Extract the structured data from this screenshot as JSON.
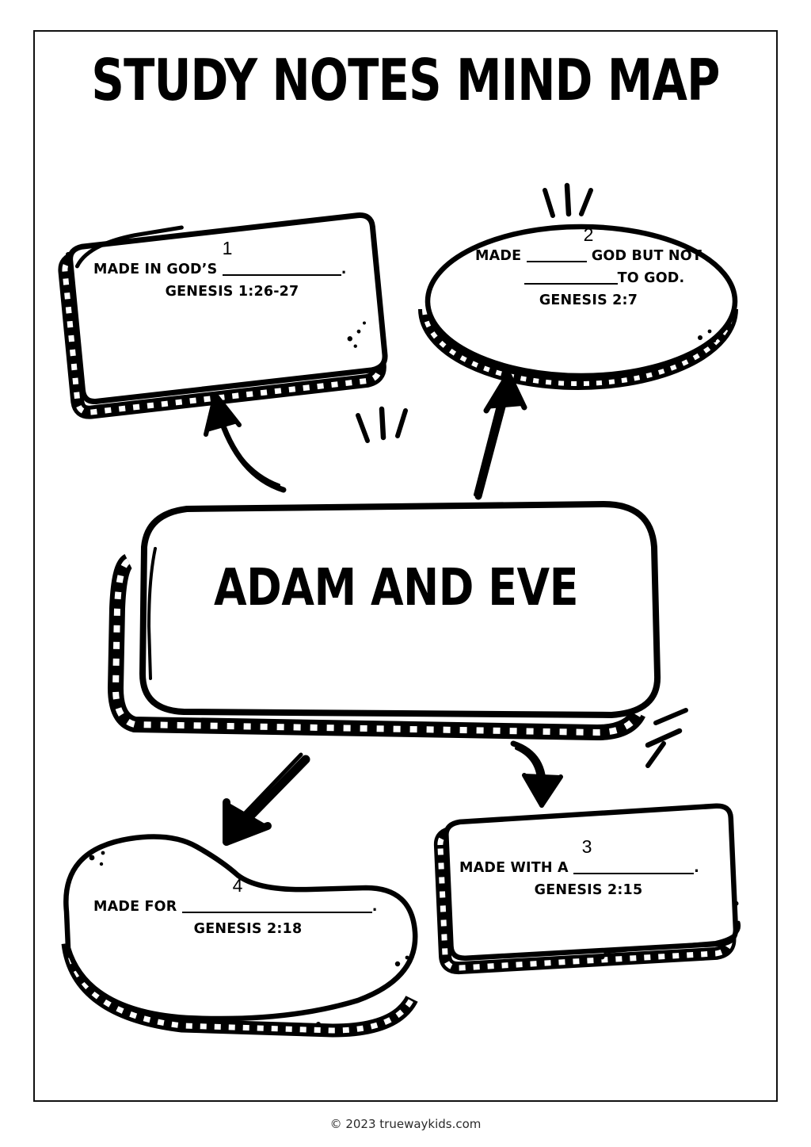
{
  "document": {
    "title": "STUDY NOTES MIND MAP",
    "footer": "© 2023 truewaykids.com"
  },
  "center_node": {
    "label": "ADAM AND EVE"
  },
  "nodes": [
    {
      "number": "1",
      "shape": "rounded-rectangle",
      "prompt_prefix": "MADE IN GOD’S",
      "prompt_suffix": ".",
      "reference": "GENESIS 1:26-27"
    },
    {
      "number": "2",
      "shape": "ellipse",
      "line1_prefix": "MADE",
      "line1_suffix": "GOD BUT NOT",
      "line2_suffix": "TO GOD.",
      "reference": "GENESIS 2:7"
    },
    {
      "number": "3",
      "shape": "rounded-rectangle",
      "prompt_prefix": "MADE WITH A",
      "prompt_suffix": ".",
      "reference": "GENESIS 2:15"
    },
    {
      "number": "4",
      "shape": "bean",
      "prompt_prefix": "MADE FOR",
      "prompt_suffix": ".",
      "reference": "GENESIS 2:18"
    }
  ],
  "icons": {
    "arrow_to_node1": "curved-arrow-up-left-icon",
    "arrow_to_node2": "arrow-up-icon",
    "arrow_to_node3": "curved-arrow-down-icon",
    "arrow_to_node4": "arrow-down-left-icon",
    "sparkle_top_center": "sparkle-icon",
    "sparkle_above_node2": "sparkle-icon",
    "sparkle_right_center": "sparkle-icon"
  },
  "colors": {
    "ink": "#000000",
    "paper": "#ffffff",
    "frame": "#111111"
  }
}
